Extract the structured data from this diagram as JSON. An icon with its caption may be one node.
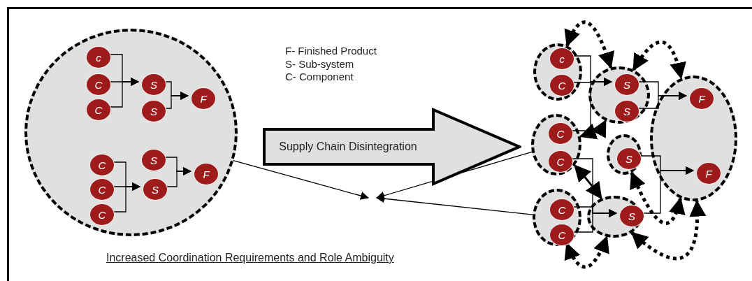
{
  "diagram": {
    "caption": "Increased Coordination Requirements and Role Ambiguity",
    "nodes": [
      {
        "text": [],
        "shape": "circle"
      },
      {
        "text": [
          "c"
        ],
        "in": 0
      },
      {
        "text": [
          "C"
        ],
        "in": 0
      },
      {
        "text": [
          "C"
        ],
        "in": 0
      },
      {
        "text": [
          "S"
        ],
        "in": 0
      },
      {
        "text": [
          "S"
        ],
        "in": 0
      },
      {
        "text": [
          "F"
        ],
        "in": 0
      },
      {
        "text": [
          "C"
        ],
        "in": 0
      },
      {
        "text": [
          "C"
        ],
        "in": 0
      },
      {
        "text": [
          "C"
        ],
        "in": 0
      },
      {
        "text": [
          "S"
        ],
        "in": 0
      },
      {
        "text": [
          "S"
        ],
        "in": 0
      },
      {
        "text": [
          "F"
        ],
        "in": 0
      },
      {
        "text": [
          "Supply Chain Disintegration"
        ]
      },
      {
        "text": [],
        "shape": "circle"
      },
      {
        "text": [
          "c"
        ],
        "in": 14
      },
      {
        "text": [
          "C"
        ],
        "in": 14
      },
      {
        "text": [],
        "shape": "circle"
      },
      {
        "text": [
          "S"
        ],
        "in": 17
      },
      {
        "text": [
          "S"
        ],
        "in": 17
      },
      {
        "text": [],
        "shape": "circle"
      },
      {
        "text": [
          "F"
        ],
        "in": 20
      },
      {
        "text": [
          "F"
        ],
        "in": 20
      },
      {
        "text": [],
        "shape": "circle"
      },
      {
        "text": [
          "C"
        ],
        "in": 23
      },
      {
        "text": [
          "C"
        ],
        "in": 23
      },
      {
        "text": [],
        "shape": "circle"
      },
      {
        "text": [
          "S"
        ],
        "in": 26
      },
      {
        "text": [],
        "shape": "circle"
      },
      {
        "text": [
          "C"
        ],
        "in": 28
      },
      {
        "text": [
          "C"
        ],
        "in": 28
      },
      {
        "text": [],
        "shape": "circle"
      },
      {
        "text": [
          "S"
        ],
        "in": 31
      }
    ],
    "edges": [
      {
        "from": 1,
        "to": 4,
        "arrow": "to"
      },
      {
        "from": 2,
        "to": 4,
        "arrow": "to"
      },
      {
        "from": 3,
        "to": 4,
        "arrow": "to"
      },
      {
        "from": 4,
        "to": 6,
        "arrow": "to"
      },
      {
        "from": 5,
        "to": 6,
        "arrow": "to"
      },
      {
        "from": 7,
        "to": 11,
        "arrow": "to"
      },
      {
        "from": 8,
        "to": 11,
        "arrow": "to"
      },
      {
        "from": 9,
        "to": 11,
        "arrow": "to"
      },
      {
        "from": 10,
        "to": 12,
        "arrow": "to"
      },
      {
        "from": 11,
        "to": 12,
        "arrow": "to"
      },
      {
        "from": 0,
        "to": null,
        "arrow": "to"
      },
      {
        "from": 23,
        "to": null,
        "arrow": "to"
      },
      {
        "from": 28,
        "to": null,
        "arrow": "to"
      },
      {
        "from": 15,
        "to": 18,
        "arrow": "to"
      },
      {
        "from": 16,
        "to": 18,
        "arrow": "to"
      },
      {
        "from": 24,
        "to": 18,
        "arrow": "to"
      },
      {
        "from": 18,
        "to": 21,
        "arrow": "to"
      },
      {
        "from": 19,
        "to": 21,
        "arrow": "to"
      },
      {
        "from": 25,
        "to": 32,
        "arrow": "to"
      },
      {
        "from": 29,
        "to": 32,
        "arrow": "to"
      },
      {
        "from": 30,
        "to": 32,
        "arrow": "to"
      },
      {
        "from": 27,
        "to": 22,
        "arrow": "to"
      },
      {
        "from": 32,
        "to": 22,
        "arrow": "to"
      },
      {
        "from": 14,
        "to": 17,
        "arrow": "both",
        "style": "dashed"
      },
      {
        "from": 17,
        "to": 20,
        "arrow": "both",
        "style": "dashed"
      },
      {
        "from": 23,
        "to": 17,
        "arrow": "both",
        "style": "thick"
      },
      {
        "from": 23,
        "to": 31,
        "arrow": "both",
        "style": "thick"
      },
      {
        "from": 26,
        "to": 20,
        "arrow": "both",
        "style": "dashed"
      },
      {
        "from": 28,
        "to": 31,
        "arrow": "both",
        "style": "dashed"
      },
      {
        "from": 31,
        "to": 20,
        "arrow": "both",
        "style": "dashed"
      }
    ],
    "labels": [
      "F- Finished Product",
      "S- Sub-system",
      "C- Component"
    ]
  }
}
